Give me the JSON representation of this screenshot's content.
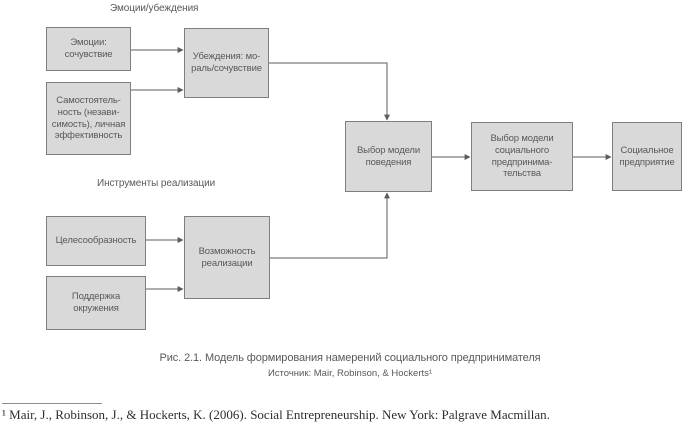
{
  "colors": {
    "box-fill": "#d9d9d9",
    "box-border": "#7f7f7f",
    "arrow": "#5c5c5c",
    "diagram-text": "#58595b",
    "footnote-text": "#2e2e2e"
  },
  "diagram": {
    "section_labels": {
      "emotions_beliefs": "Эмоции/убеждения",
      "implementation_tools": "Инструменты реализации"
    },
    "nodes": {
      "emotions": "Эмоции:\nсочувствие",
      "autonomy": "Самостоятель-\nность (незави-\nсимость), личная\nэффективность",
      "beliefs": "Убеждения: мо-\nраль/сочувствие",
      "feasibility": "Целесообразность",
      "support": "Поддержка\nокружения",
      "opportunity": "Возможность\nреализации",
      "behavior_model": "Выбор модели\nповедения",
      "se_model": "Выбор модели\nсоциального\nпредпринима-\nтельства",
      "enterprise": "Социальное\nпредприятие"
    },
    "arrows": [
      "emotions-to-beliefs",
      "autonomy-to-beliefs",
      "beliefs-to-behavior-model",
      "feasibility-to-opportunity",
      "support-to-opportunity",
      "opportunity-to-behavior-model",
      "behavior-model-to-se-model",
      "se-model-to-enterprise"
    ]
  },
  "caption": {
    "title": "Рис. 2.1. Модель формирования намерений социального предпринимателя",
    "source": "Источник: Mair, Robinson, & Hockerts¹"
  },
  "footnote": "¹ Mair, J., Robinson, J., & Hockerts, K. (2006). Social Entrepreneurship. New York: Palgrave Macmillan."
}
